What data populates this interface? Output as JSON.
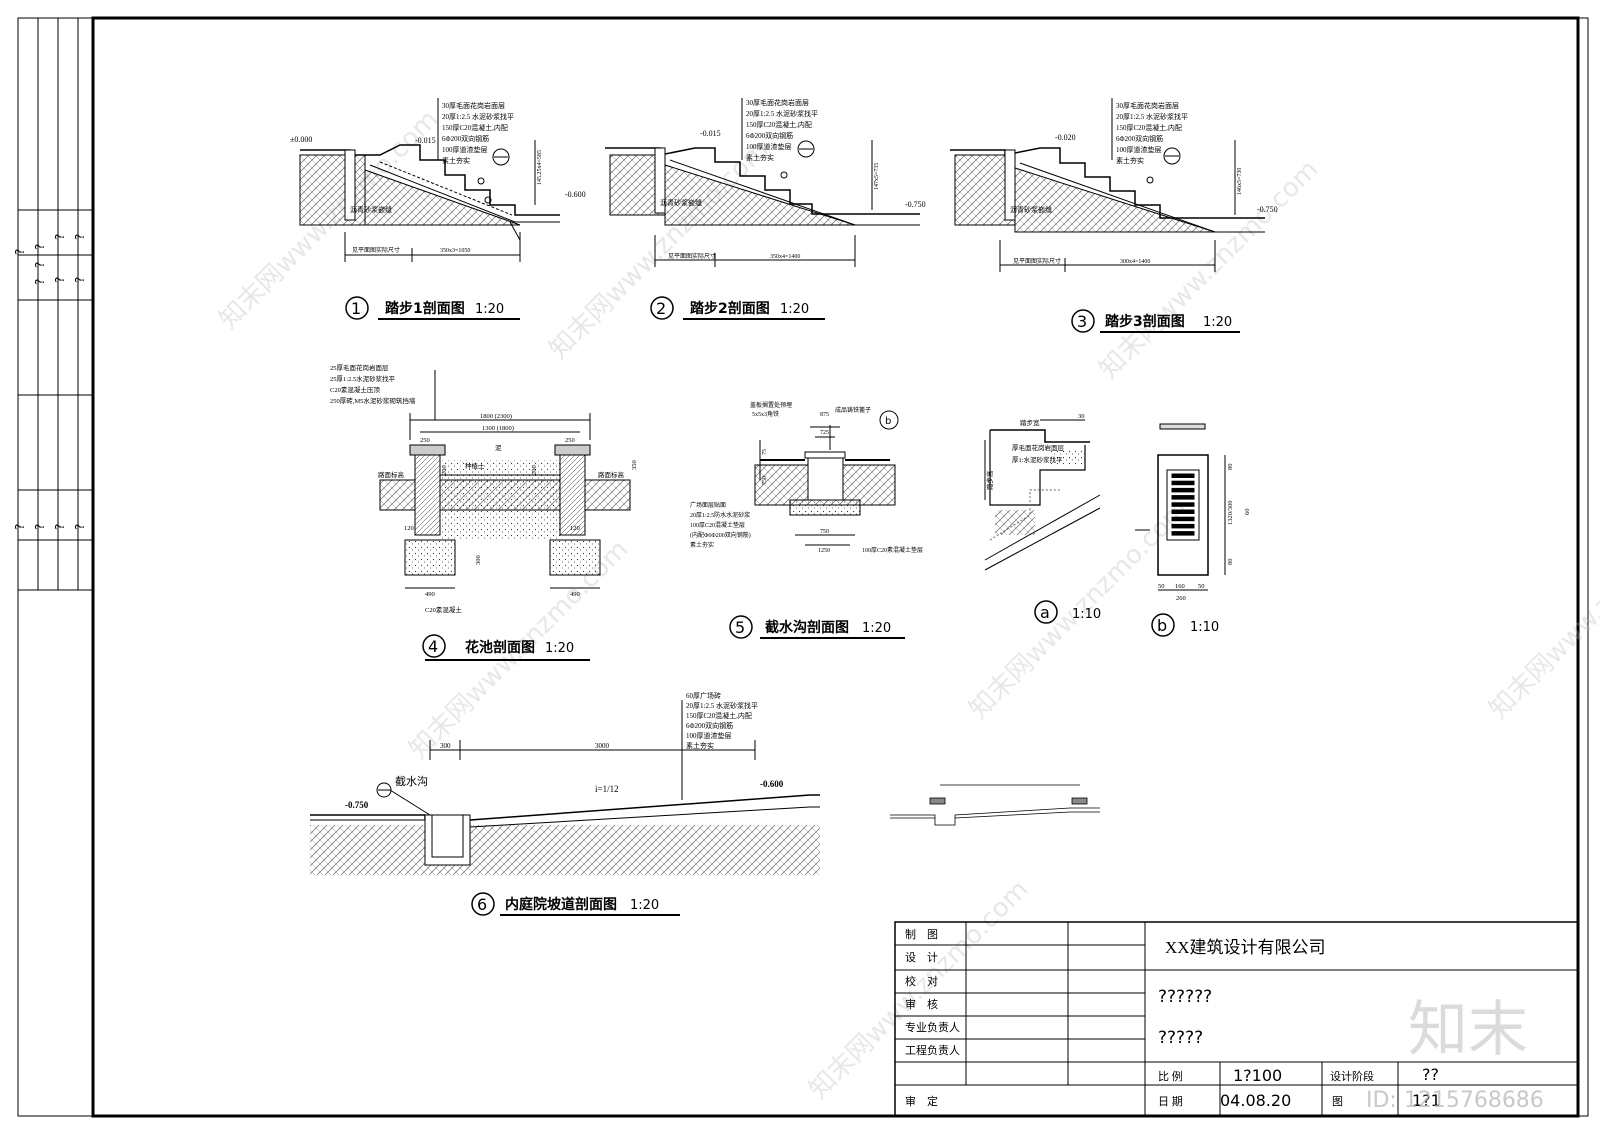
{
  "sheet": {
    "company": "XX建筑设计有限公司",
    "project_line1": "??????",
    "project_line2": "?????",
    "scale_label": "比 例",
    "scale_value": "1?100",
    "date_label": "日 期",
    "date_value": "04.08.20",
    "stage_label": "设计阶段",
    "stage_value": "??",
    "drawing_no_label": "图",
    "drawing_no_value": "1?1",
    "roles": [
      "制　图",
      "设　计",
      "校　对",
      "审　核",
      "专业负责人",
      "工程负责人",
      "审　定"
    ]
  },
  "left_strip": {
    "marks": [
      "?",
      "?",
      "?",
      "?",
      "?",
      "?",
      "?",
      "?",
      "?",
      "?",
      "?",
      "?"
    ]
  },
  "watermark": {
    "id": "ID: 1215768686",
    "brand": "知末",
    "site": "知末网www.znzmo.com"
  },
  "stair_layers": [
    "30厚毛面花岗岩面层",
    "20厚1:2.5 水泥砂浆找平",
    "150厚C20混凝土,内配",
    "6Φ200双向钢筋",
    "100厚道渣垫层",
    "素土夯实"
  ],
  "details": [
    {
      "num": "1",
      "title": "踏步1剖面图",
      "scale": "1:20",
      "lv_left": "±0.000",
      "lv_top": "-0.015",
      "lv_bot": "-0.600",
      "seam": "沥青砂浆嵌缝",
      "dim_a": "见平面图实际尺寸",
      "dim_b": "350x3=1050",
      "dim_h": "145.25x4=585"
    },
    {
      "num": "2",
      "title": "踏步2剖面图",
      "scale": "1:20",
      "lv_top": "-0.015",
      "lv_bot": "-0.750",
      "seam": "沥青砂浆嵌缝",
      "dim_a": "见平面图实际尺寸",
      "dim_b": "350x4=1400",
      "dim_h": "147x5=735"
    },
    {
      "num": "3",
      "title": "踏步3剖面图",
      "scale": "1:20",
      "lv_top": "-0.020",
      "lv_bot": "-0.750",
      "seam": "沥青砂浆嵌缝",
      "dim_a": "见平面图实际尺寸",
      "dim_b": "300x4=1400",
      "dim_h": "146x5=730"
    },
    {
      "num": "4",
      "title": "花池剖面图",
      "scale": "1:20",
      "layers": [
        "25厚毛面花岗岩面层",
        "25厚1:2.5水泥砂浆找平",
        "C20素混凝土压顶",
        "250厚砖,M5水泥砂浆砌筑挡墙"
      ],
      "dim_outer": "1800 (2300)",
      "dim_inner": "1300 (1800)",
      "w250": "250",
      "h350": "350",
      "base": "490",
      "road": "路面标高",
      "soil": "种植土",
      "plain": "C20素混凝土",
      "h200": "200",
      "h300": "300",
      "w120": "120",
      "mark": "泥"
    },
    {
      "num": "5",
      "title": "截水沟剖面图",
      "scale": "1:20",
      "top_note1": "盖板搁置处预埋",
      "top_note2": "5x5x3角铁",
      "cover": "成品铸铁篦子",
      "w875": "875",
      "w725": "725",
      "w750": "750",
      "w1250": "1250",
      "h750": "750",
      "h75": "75",
      "layers": [
        "广场面层贴面",
        "20厚1:2.5防水水泥砂浆",
        "100厚C20混凝土垫层",
        "(内配Φ6Φ200双向钢筋)",
        "素土夯实"
      ],
      "bottom": "100厚C20素混凝土垫层"
    },
    {
      "num": "a",
      "title": "",
      "scale": "1:10",
      "tread": "踏步宽",
      "riser": "踏步高",
      "l1": "厚毛面花岗岩面层",
      "l2": "厚1:水泥砂浆找平",
      "w30": "30"
    },
    {
      "num": "b",
      "title": "",
      "scale": "1:10",
      "d1": "80",
      "d2": "1320/300",
      "d3": "60",
      "d4": "80",
      "w1": "50",
      "w2": "160",
      "w3": "50",
      "w4": "260"
    },
    {
      "num": "6",
      "title": "内庭院坡道剖面图",
      "scale": "1:20",
      "layers": [
        "60厚广场砖",
        "20厚1:2.5 水泥砂浆找平",
        "150厚C20混凝土,内配",
        "6Φ200双向钢筋",
        "100厚道渣垫层",
        "素土夯实"
      ],
      "w300": "300",
      "w3000": "3000",
      "slope": "i=1/12",
      "ditch": "截水沟",
      "lv_left": "-0.750",
      "lv_right": "-0.600"
    }
  ]
}
